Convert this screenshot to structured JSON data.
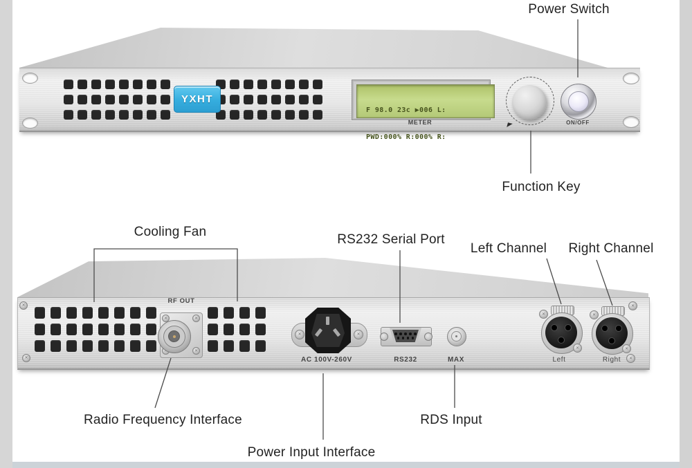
{
  "front": {
    "logo": "YXHT",
    "lcd_line1": "F 98.0 23c ▶006 L:",
    "lcd_line2": "PWD:000% R:000% R:",
    "meter": "METER",
    "onoff": "ON/OFF"
  },
  "back": {
    "rf_out": "RF OUT",
    "ac": "AC  100V-260V",
    "rs232": "RS232",
    "max": "MAX",
    "left": "Left",
    "right": "Right"
  },
  "annotations": {
    "power_switch": "Power Switch",
    "function_key": "Function Key",
    "cooling_fan": "Cooling Fan",
    "rs232_serial_port": "RS232 Serial Port",
    "left_channel": "Left Channel",
    "right_channel": "Right Channel",
    "radio_frequency_interface": "Radio Frequency Interface",
    "power_input_interface": "Power Input Interface",
    "rds_input": "RDS Input"
  },
  "colors": {
    "logo_blue": "#35adde",
    "lcd_green": "#bdd284",
    "lcd_text": "#46531d",
    "panel_silver": "#e6e6e6",
    "annotation_text": "#232323",
    "frame_border": "#d2d2d2"
  }
}
